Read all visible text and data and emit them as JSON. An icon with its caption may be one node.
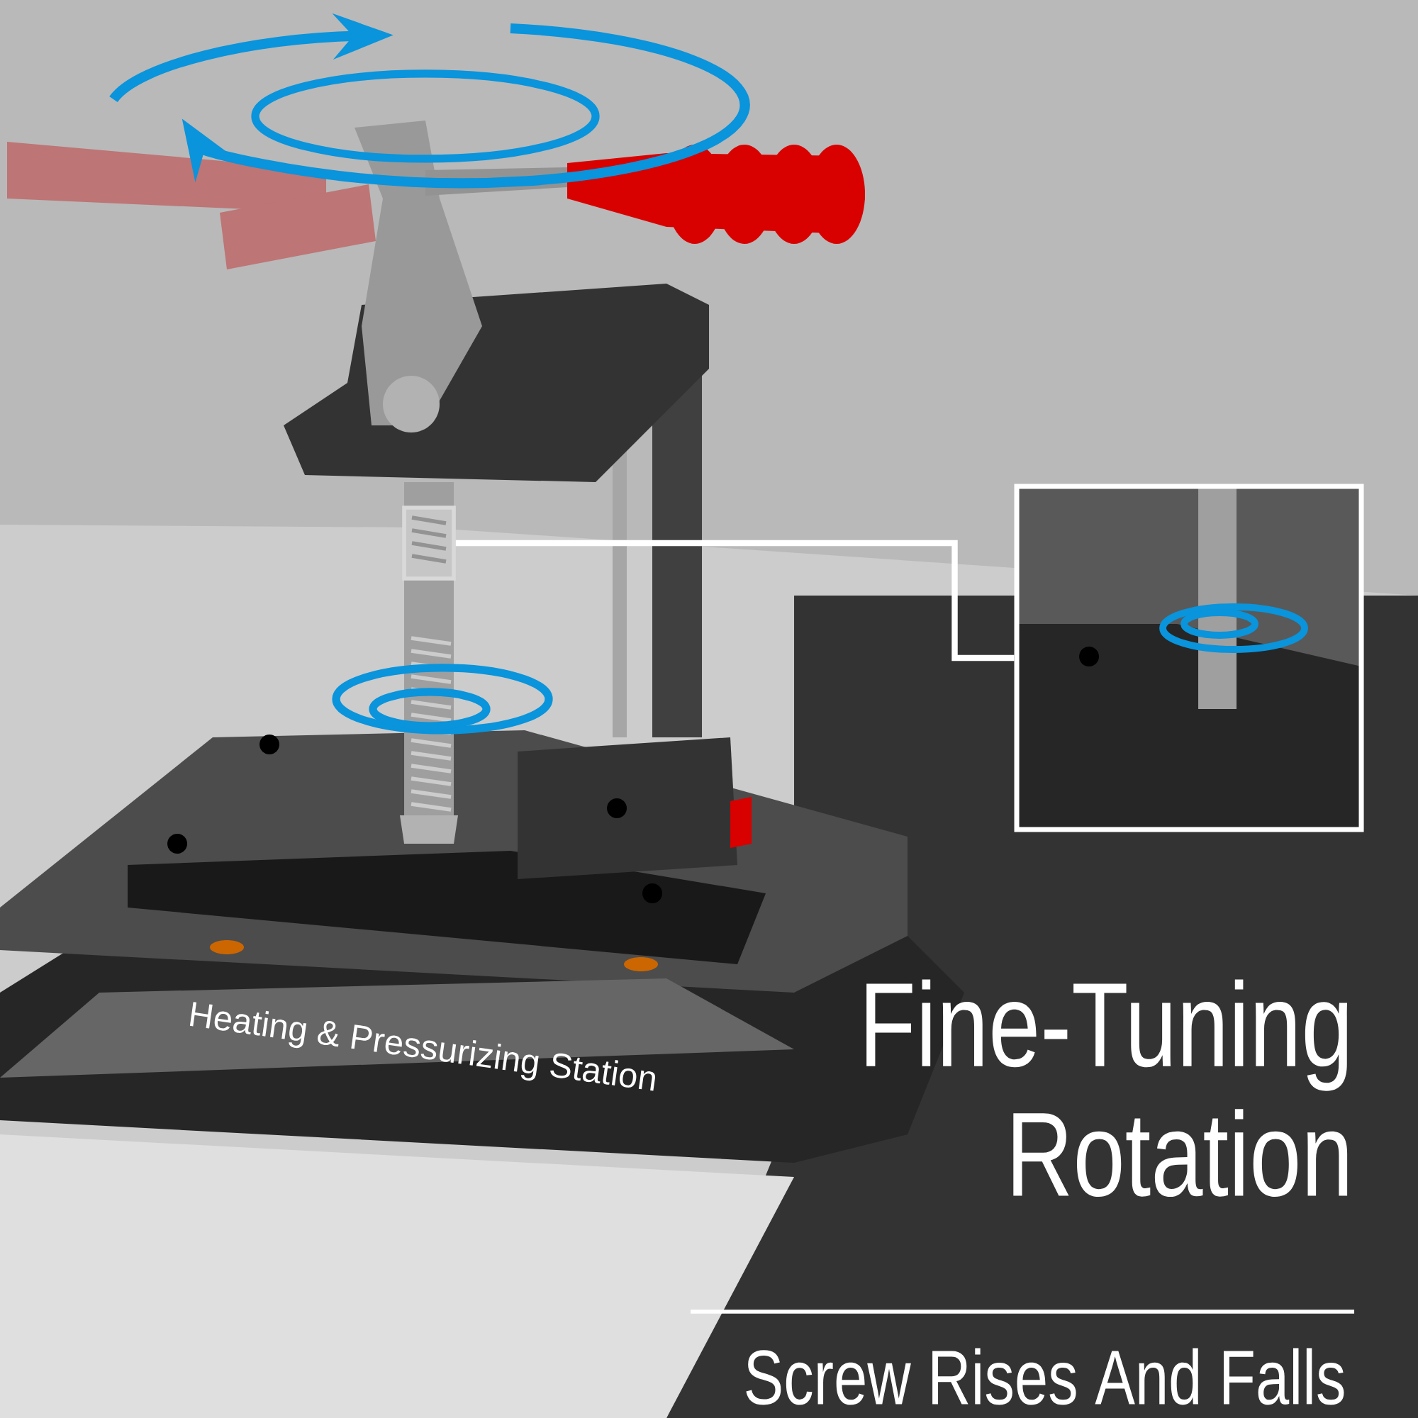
{
  "diagram": {
    "title": "Fine-Tuning Rotation",
    "caption": "Screw Rises And Falls",
    "nodes": [
      {
        "text": [],
        "shape": "picture"
      },
      {
        "text": [],
        "shape": "picture"
      }
    ],
    "edges": [
      {
        "from": 0,
        "to": 1,
        "arrow": "none"
      }
    ],
    "labels": [
      "Heating & Pressurizing Station"
    ]
  }
}
